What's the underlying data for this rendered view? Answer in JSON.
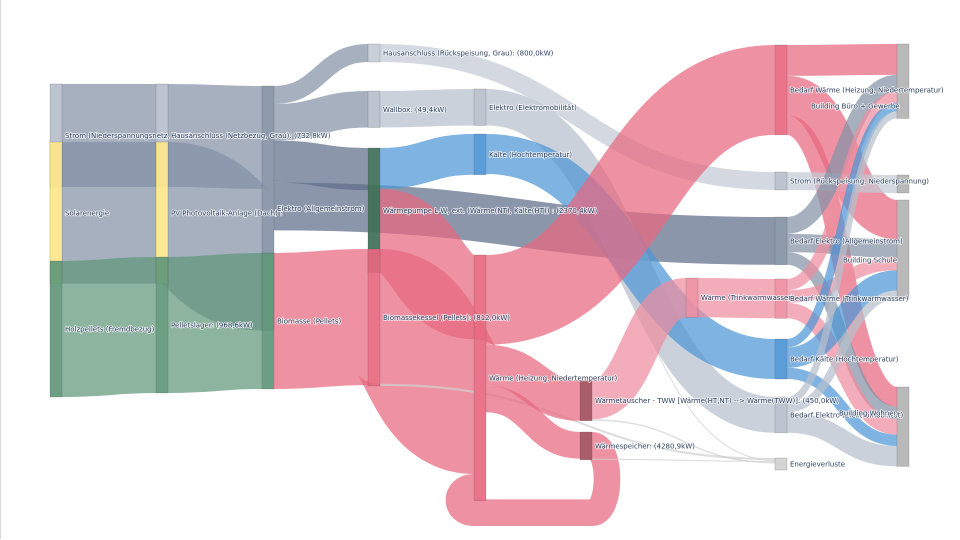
{
  "chart_data": {
    "type": "sankey",
    "title": "",
    "nodes": [
      {
        "id": "n_grid",
        "label": "Strom (Niederspannungsnetz, Grau) :",
        "color": "#b7bfcc"
      },
      {
        "id": "n_solar",
        "label": "Solarenergie",
        "color": "#fde68a"
      },
      {
        "id": "n_wood",
        "label": "Holzpellets (Fremdbezug)",
        "color": "#5f977a"
      },
      {
        "id": "n_hak",
        "label": "Hausanschluss (Netzbezug, Grau): (732,8kW)",
        "color": "#b7bfcc"
      },
      {
        "id": "n_pv",
        "label": "PV Photovoltaik-Anlage (Dach) :",
        "color": "#fde68a"
      },
      {
        "id": "n_store",
        "label": "Pelletslager: (968,6kW)",
        "color": "#5f977a"
      },
      {
        "id": "n_elec",
        "label": "Elektro (Allgemeinstrom)",
        "color": "#8492a6"
      },
      {
        "id": "n_bio",
        "label": "Biomasse (Pellets)",
        "color": "#5f977a"
      },
      {
        "id": "n_feed",
        "label": "Hausanschluss (Rückspeisung, Grau): (800,0kW)",
        "color": "#c4cbd6"
      },
      {
        "id": "n_wallbox",
        "label": "Wallbox: (49,4kW)",
        "color": "#b7bfcc"
      },
      {
        "id": "n_hp",
        "label": "Wärmepumpe L-W, ext. (Wärme(NT), Kälte(HT)) : (2370,4kW)",
        "color": "#3f6e57"
      },
      {
        "id": "n_boiler",
        "label": "Biomassekessel (Pellets): (812,0kW)",
        "color": "#e8687f"
      },
      {
        "id": "n_emob",
        "label": "Elektro (Elektromobilität)",
        "color": "#b7bfcc"
      },
      {
        "id": "n_cold",
        "label": "Kälte (Hochtemperatur)",
        "color": "#4d95d6"
      },
      {
        "id": "n_heat",
        "label": "Wärme (Heizung, Niedertemperatur)",
        "color": "#e8687f"
      },
      {
        "id": "n_hx",
        "label": "Wärmetauscher - TWW [Wärme(HT,NT) --> Wärme(TWW)]: (450,0kW)",
        "color": "#a24f5e"
      },
      {
        "id": "n_hstore",
        "label": "Wärmespeicher: (4280,9kW)",
        "color": "#a24f5e"
      },
      {
        "id": "n_tww",
        "label": "Wärme (Trinkwarmwasser)",
        "color": "#ef8ea0"
      },
      {
        "id": "n_d_heat",
        "label": "Bedarf Wärme (Heizung, Niedertemperatur)",
        "color": "#e8687f"
      },
      {
        "id": "n_feedstrom",
        "label": "Strom (Rückspeisung, Niederspannung)",
        "color": "#b7bfcc"
      },
      {
        "id": "n_d_elec",
        "label": "Bedarf Elektro (Allgemeinstrom)",
        "color": "#8492a6"
      },
      {
        "id": "n_d_tww",
        "label": "Bedarf Wärme (Trinkwarmwasser)",
        "color": "#ef8ea0"
      },
      {
        "id": "n_d_cold",
        "label": "Bedarf Kälte (Hochtemperatur)",
        "color": "#4d95d6"
      },
      {
        "id": "n_d_emob",
        "label": "Bedarf Elektro (Elektromobilität)",
        "color": "#b7bfcc"
      },
      {
        "id": "n_loss",
        "label": "Energieverluste",
        "color": "#d0d0d0"
      },
      {
        "id": "n_b_buero",
        "label": "Building Büro + Gewerbe",
        "color": "#b3b3b3"
      },
      {
        "id": "n_b_export",
        "label": "",
        "color": "#b3b3b3"
      },
      {
        "id": "n_b_schule",
        "label": "Building Schule",
        "color": "#b3b3b3"
      },
      {
        "id": "n_b_wohnen",
        "label": "Building Wohnen",
        "color": "#b3b3b3"
      }
    ],
    "links": [
      {
        "source": "n_grid",
        "target": "n_hak",
        "value": 732.8,
        "color": "#8492a6"
      },
      {
        "source": "n_solar",
        "target": "n_pv",
        "value": 1009,
        "color": "#8492a6"
      },
      {
        "source": "n_wood",
        "target": "n_store",
        "value": 968.6,
        "color": "#5f977a"
      },
      {
        "source": "n_hak",
        "target": "n_elec",
        "value": 732.8,
        "color": "#8492a6"
      },
      {
        "source": "n_pv",
        "target": "n_elec",
        "value": 1009,
        "color": "#8492a6"
      },
      {
        "source": "n_store",
        "target": "n_bio",
        "value": 968.6,
        "color": "#5f977a"
      },
      {
        "source": "n_elec",
        "target": "n_feed",
        "value": 128,
        "color": "#8492a6"
      },
      {
        "source": "n_elec",
        "target": "n_wallbox",
        "value": 260,
        "color": "#8492a6"
      },
      {
        "source": "n_elec",
        "target": "n_hp",
        "value": 300,
        "color": "#5f6e89"
      },
      {
        "source": "n_elec",
        "target": "n_d_elec",
        "value": 340,
        "color": "#5f6e89"
      },
      {
        "source": "n_bio",
        "target": "n_boiler",
        "value": 968.6,
        "color": "#e8687f"
      },
      {
        "source": "n_feed",
        "target": "n_feedstrom",
        "value": 128,
        "color": "#c4cbd6"
      },
      {
        "source": "n_wallbox",
        "target": "n_emob",
        "value": 260,
        "color": "#b7bfcc"
      },
      {
        "source": "n_hp",
        "target": "n_cold",
        "value": 290,
        "color": "#4d95d6"
      },
      {
        "source": "n_hp",
        "target": "n_heat",
        "value": 600,
        "color": "#e8687f"
      },
      {
        "source": "n_boiler",
        "target": "n_heat",
        "value": 960,
        "color": "#e8687f"
      },
      {
        "source": "n_boiler",
        "target": "n_loss",
        "value": 15,
        "color": "#d0d0d0"
      },
      {
        "source": "n_emob",
        "target": "n_d_emob",
        "value": 255,
        "color": "#b7bfcc"
      },
      {
        "source": "n_emob",
        "target": "n_loss",
        "value": 5,
        "color": "#d0d0d0"
      },
      {
        "source": "n_cold",
        "target": "n_d_cold",
        "value": 285,
        "color": "#4d95d6"
      },
      {
        "source": "n_heat",
        "target": "n_d_heat",
        "value": 640,
        "color": "#e8687f"
      },
      {
        "source": "n_heat",
        "target": "n_hx",
        "value": 290,
        "color": "#e8687f"
      },
      {
        "source": "n_heat",
        "target": "n_hstore",
        "value": 190,
        "color": "#e8687f"
      },
      {
        "source": "n_hstore",
        "target": "n_heat",
        "value": 190,
        "color": "#e8687f"
      },
      {
        "source": "n_hstore",
        "target": "n_loss",
        "value": 8,
        "color": "#d0d0d0"
      },
      {
        "source": "n_hx",
        "target": "n_tww",
        "value": 280,
        "color": "#ef8ea0"
      },
      {
        "source": "n_hx",
        "target": "n_loss",
        "value": 10,
        "color": "#d0d0d0"
      },
      {
        "source": "n_tww",
        "target": "n_d_tww",
        "value": 280,
        "color": "#ef8ea0"
      },
      {
        "source": "n_d_heat",
        "target": "n_b_buero",
        "value": 220,
        "color": "#e8687f"
      },
      {
        "source": "n_d_heat",
        "target": "n_b_schule",
        "value": 280,
        "color": "#e8687f"
      },
      {
        "source": "n_d_heat",
        "target": "n_b_wohnen",
        "value": 140,
        "color": "#e8687f"
      },
      {
        "source": "n_feedstrom",
        "target": "n_b_export",
        "value": 128,
        "color": "#c4cbd6"
      },
      {
        "source": "n_d_elec",
        "target": "n_b_buero",
        "value": 120,
        "color": "#8492a6"
      },
      {
        "source": "n_d_elec",
        "target": "n_b_schule",
        "value": 130,
        "color": "#8492a6"
      },
      {
        "source": "n_d_elec",
        "target": "n_b_wohnen",
        "value": 90,
        "color": "#8492a6"
      },
      {
        "source": "n_d_tww",
        "target": "n_b_buero",
        "value": 80,
        "color": "#ef8ea0"
      },
      {
        "source": "n_d_tww",
        "target": "n_b_schule",
        "value": 90,
        "color": "#ef8ea0"
      },
      {
        "source": "n_d_tww",
        "target": "n_b_wohnen",
        "value": 110,
        "color": "#ef8ea0"
      },
      {
        "source": "n_d_cold",
        "target": "n_b_buero",
        "value": 60,
        "color": "#4d95d6"
      },
      {
        "source": "n_d_cold",
        "target": "n_b_schule",
        "value": 145,
        "color": "#4d95d6"
      },
      {
        "source": "n_d_cold",
        "target": "n_b_wohnen",
        "value": 80,
        "color": "#4d95d6"
      },
      {
        "source": "n_d_emob",
        "target": "n_b_buero",
        "value": 50,
        "color": "#b7bfcc"
      },
      {
        "source": "n_d_emob",
        "target": "n_b_schule",
        "value": 60,
        "color": "#b7bfcc"
      },
      {
        "source": "n_d_emob",
        "target": "n_b_wohnen",
        "value": 145,
        "color": "#b7bfcc"
      }
    ]
  }
}
